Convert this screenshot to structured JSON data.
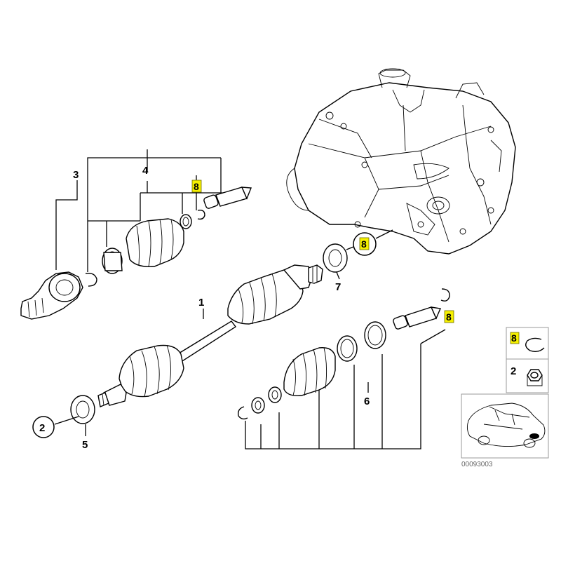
{
  "diagram": {
    "callouts": {
      "c1": "1",
      "c2_left": "2",
      "c3": "3",
      "c4": "4",
      "c5": "5",
      "c6": "6",
      "c7": "7",
      "c8_top": "8",
      "c8_trans": "8",
      "c8_right": "8",
      "legend_8": "8",
      "legend_2": "2"
    },
    "diagram_code": "00093003",
    "highlight_color": "#f5f000"
  }
}
